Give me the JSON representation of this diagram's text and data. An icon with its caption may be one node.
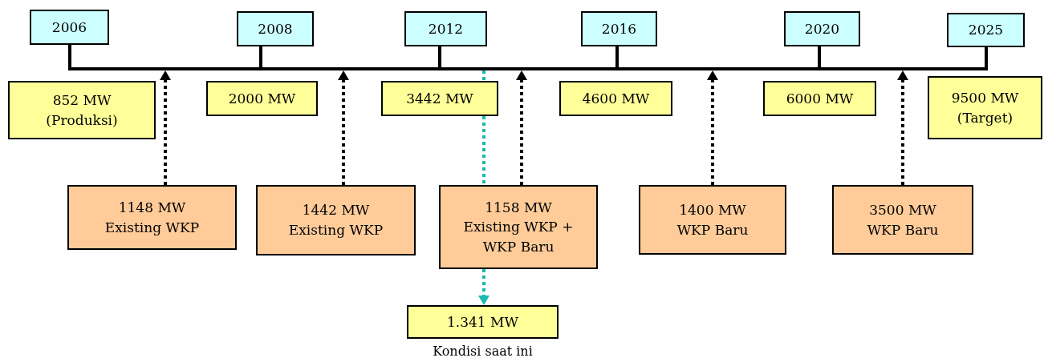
{
  "diagram": {
    "nodes": [
      {
        "text": [
          "2006"
        ]
      },
      {
        "text": [
          "2008"
        ]
      },
      {
        "text": [
          "2012"
        ]
      },
      {
        "text": [
          "2016"
        ]
      },
      {
        "text": [
          "2020"
        ]
      },
      {
        "text": [
          "2025"
        ]
      },
      {
        "text": [],
        "shape": "bar"
      },
      {
        "text": [
          "852 MW (Produksi)"
        ]
      },
      {
        "text": [
          "2000 MW"
        ]
      },
      {
        "text": [
          "3442 MW"
        ]
      },
      {
        "text": [
          "4600 MW"
        ]
      },
      {
        "text": [
          "6000 MW"
        ]
      },
      {
        "text": [
          "9500 MW (Target)"
        ]
      },
      {
        "text": [
          "1148 MW Existing WKP"
        ]
      },
      {
        "text": [
          "1442 MW Existing WKP"
        ]
      },
      {
        "text": [
          "1158 MW Existing WKP + WKP Baru"
        ]
      },
      {
        "text": [
          "1400 MW WKP Baru"
        ]
      },
      {
        "text": [
          "3500 MW WKP Baru"
        ]
      },
      {
        "text": [
          "1.341 MW"
        ],
        "beside": [
          "Kondisi saat ini"
        ]
      }
    ],
    "edges": [
      {
        "from": 0,
        "to": 6,
        "arrow": "none"
      },
      {
        "from": 1,
        "to": 6,
        "arrow": "none"
      },
      {
        "from": 2,
        "to": 6,
        "arrow": "none"
      },
      {
        "from": 3,
        "to": 6,
        "arrow": "none"
      },
      {
        "from": 4,
        "to": 6,
        "arrow": "none"
      },
      {
        "from": 5,
        "to": 6,
        "arrow": "none"
      },
      {
        "from": 13,
        "to": 6,
        "arrow": "to",
        "style": "dashed"
      },
      {
        "from": 14,
        "to": 6,
        "arrow": "to",
        "style": "dashed"
      },
      {
        "from": 15,
        "to": 6,
        "arrow": "to",
        "style": "dashed"
      },
      {
        "from": 16,
        "to": 6,
        "arrow": "to",
        "style": "dashed"
      },
      {
        "from": 17,
        "to": 6,
        "arrow": "to",
        "style": "dashed"
      },
      {
        "from": 6,
        "to": 9,
        "arrow": "none",
        "style": "dashed",
        "color": "#1db8b0"
      },
      {
        "from": 9,
        "to": 15,
        "arrow": "none",
        "style": "dashed",
        "color": "#1db8b0"
      },
      {
        "from": 15,
        "to": 18,
        "arrow": "to",
        "style": "dashed",
        "color": "#1db8b0"
      }
    ]
  }
}
